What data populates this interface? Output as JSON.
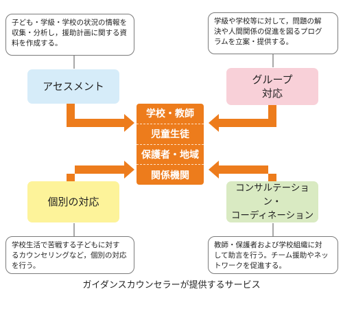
{
  "callouts": {
    "top_left": "子ども・学級・学校の状況の情報を\n収集・分析し，援助計画に関する資\n料を作成する。",
    "top_right": "学級や学校等に対して，問題の解\n決や人間関係の促進を図るプログ\nラムを立案・提供する。",
    "bottom_left": "学校生活で苦戦する子どもに対す\nるカウンセリングなど，個別の対応\nを行う。",
    "bottom_right": "教師・保護者および学校組織に対\nして助言を行う。チーム援助やネッ\nトワークを促進する。"
  },
  "boxes": {
    "assessment": "アセスメント",
    "group": "グループ\n対応",
    "individual": "個別の対応",
    "consultation": "コンサルテーション・\nコーディネーション"
  },
  "center": [
    "学校・教師",
    "児童生徒",
    "保護者・地域",
    "関係機関"
  ],
  "caption": "ガイダンスカウンセラーが提供するサービス",
  "colors": {
    "assessment_bg": "#d6ecf9",
    "group_bg": "#f8d0d8",
    "individual_bg": "#fdf39a",
    "consultation_bg": "#d9eac2",
    "arrow": "#ed7c1c",
    "center_bg": "#ed7c1c"
  }
}
